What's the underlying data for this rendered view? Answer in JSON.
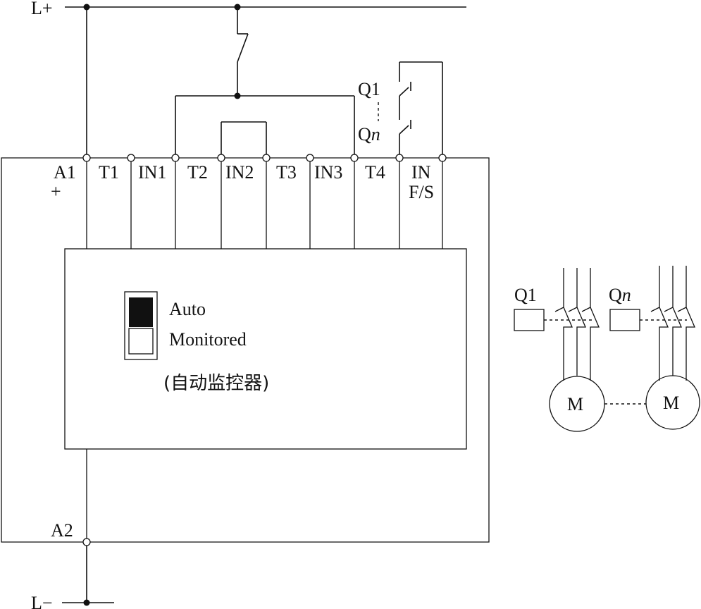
{
  "supply": {
    "positive": "L+",
    "negative": "L−"
  },
  "terminals": {
    "a1": "A1",
    "a1_sign": "+",
    "t1": "T1",
    "in1": "IN1",
    "t2": "T2",
    "in2": "IN2",
    "t3": "T3",
    "in3": "IN3",
    "t4": "T4",
    "in_fs_line1": "IN",
    "in_fs_line2": "F/S",
    "a2": "A2"
  },
  "contacts": {
    "first": "Q1",
    "last_prefix": "Q",
    "last_suffix": "n"
  },
  "module": {
    "switch_auto": "Auto",
    "switch_monitored": "Monitored",
    "caption": "(自动监控器)"
  },
  "motors": {
    "contactor_1": "Q1",
    "contactor_n_prefix": "Q",
    "contactor_n_suffix": "n",
    "motor_1": "M",
    "motor_n": "M"
  }
}
